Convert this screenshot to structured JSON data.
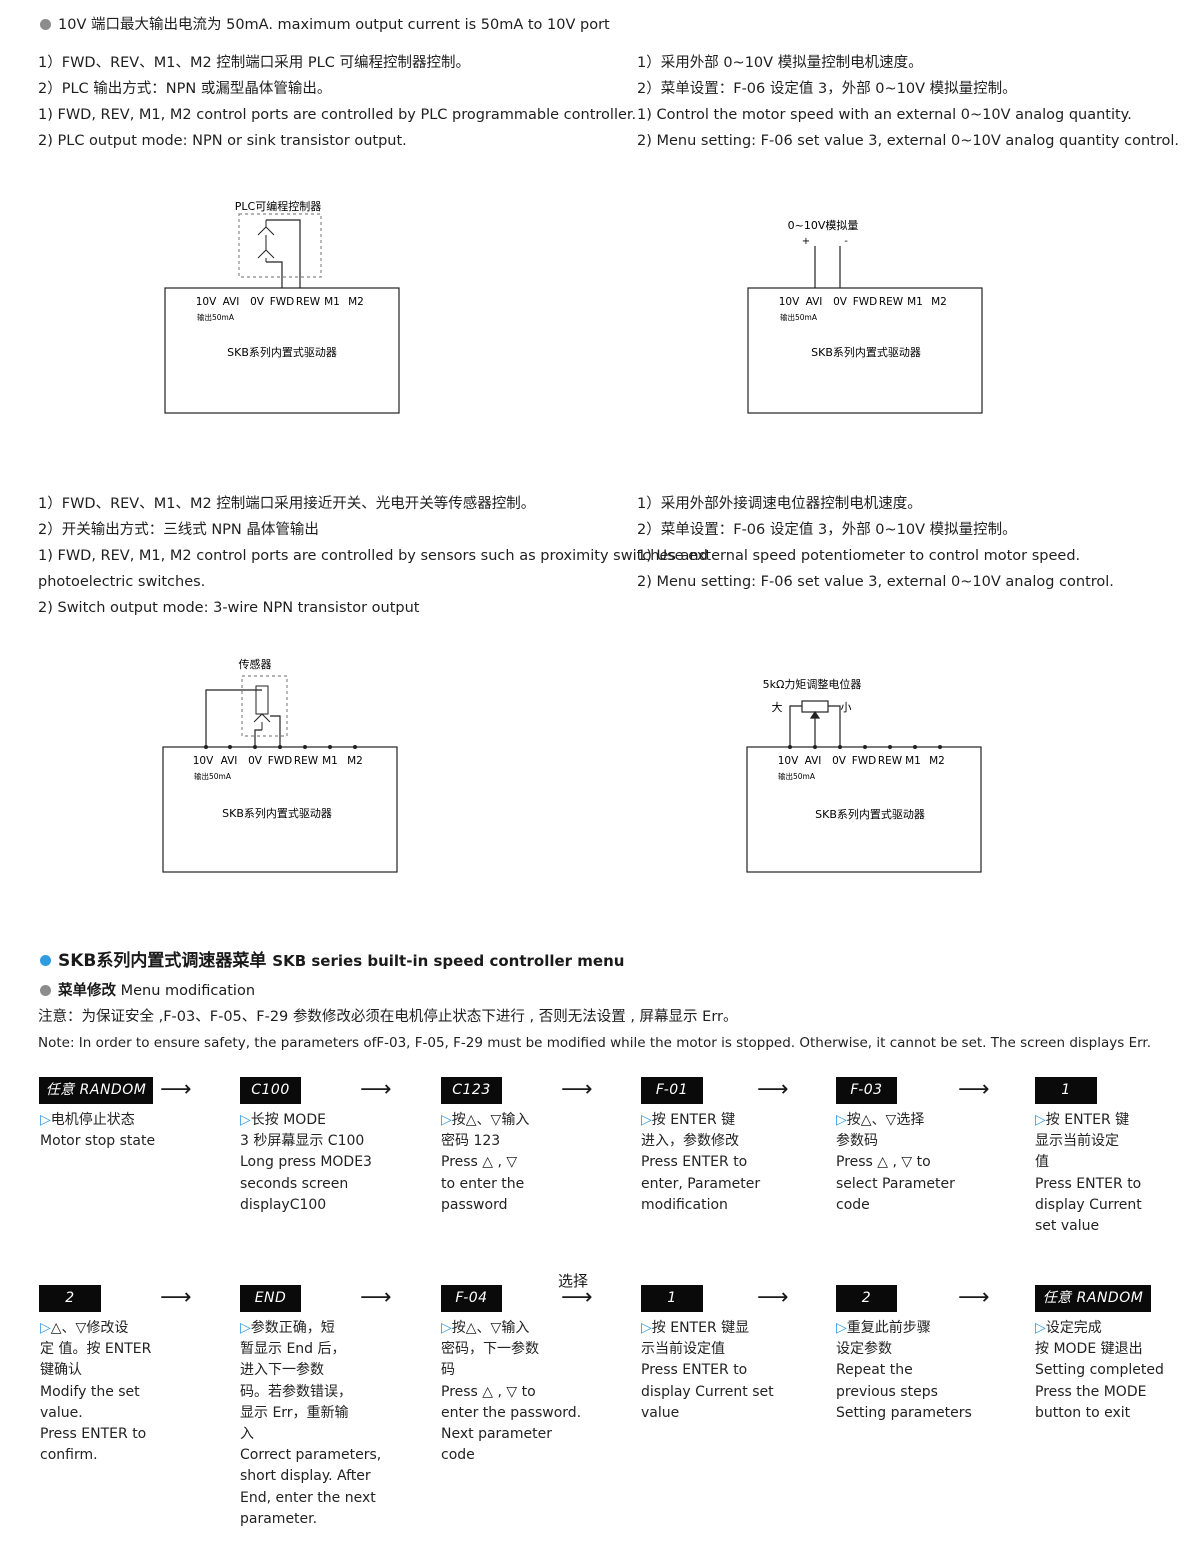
{
  "top_note": "10V 端口最大输出电流为 50mA. maximum output current is 50mA to  10V port",
  "panels": [
    {
      "id": "plc",
      "lines": [
        "1）FWD、REV、M1、M2 控制端口采用 PLC 可编程控制器控制。",
        "2）PLC 输出方式：NPN 或漏型晶体管输出。",
        "1) FWD, REV, M1, M2 control ports are controlled by PLC programmable controller.",
        "2) PLC output mode: NPN or sink transistor output."
      ],
      "diagram_label": "PLC可编程控制器"
    },
    {
      "id": "analog",
      "lines": [
        "1）采用外部 0~10V 模拟量控制电机速度。",
        "2）菜单设置：F-06 设定值 3，外部 0~10V 模拟量控制。",
        "1) Control the motor speed with an external 0~10V analog quantity.",
        "2) Menu setting: F-06 set value 3, external 0~10V analog quantity control."
      ],
      "diagram_label": "0~10V模拟量",
      "plus": "+",
      "minus": "-"
    },
    {
      "id": "sensor",
      "lines": [
        "1）FWD、REV、M1、M2 控制端口采用接近开关、光电开关等传感器控制。",
        "2）开关输出方式：三线式 NPN 晶体管输出",
        "1) FWD, REV, M1, M2 control ports are controlled by sensors such as proximity switches and",
        "photoelectric switches.",
        "2) Switch output mode: 3-wire NPN transistor output"
      ],
      "diagram_label": "传感器"
    },
    {
      "id": "pot",
      "lines": [
        "1）采用外部外接调速电位器控制电机速度。",
        "2）菜单设置：F-06 设定值 3，外部 0~10V 模拟量控制。",
        "1) Use external speed potentiometer to control motor speed.",
        "2) Menu setting: F-06 set value 3, external 0~10V analog control."
      ],
      "diagram_label": "5kΩ力矩调整电位器",
      "big": "大",
      "small": "小"
    }
  ],
  "terminals": {
    "labels": [
      "10V",
      "AVI",
      "0V",
      "FWD",
      "REW",
      "M1",
      "M2"
    ],
    "output_note": "输出50mA",
    "driver_name": "SKB系列内置式驱动器"
  },
  "menu_section": {
    "title_cn": "SKB系列内置式调速器菜单",
    "title_en": "SKB series built-in speed controller menu",
    "sub_cn": "菜单修改",
    "sub_en": "Menu modification",
    "note_cn": "注意：为保证安全 ,F-03、F-05、F-29 参数修改必须在电机停止状态下进行 , 否则无法设置 , 屏幕显示 Err。",
    "note_en": "Note: In order to ensure safety, the parameters ofF-03,  F-05, F-29 must be modified while the motor is stopped. Otherwise, it cannot be set. The screen displays Err.",
    "select_label": "选择",
    "arrow": "⟶",
    "triangle": "▷",
    "steps_row1": [
      {
        "display": "任意 RANDOM",
        "lines": [
          "电机停止状态",
          "Motor stop state"
        ]
      },
      {
        "display": "C100",
        "lines": [
          "长按 MODE",
          "3 秒屏幕显示 C100",
          "Long press MODE3",
          "seconds screen",
          "displayC100"
        ]
      },
      {
        "display": "C123",
        "lines": [
          "按△、▽输入",
          "密码 123",
          "Press △ , ▽",
          "to enter the",
          "password"
        ]
      },
      {
        "display": "F-01",
        "lines": [
          "按 ENTER 键",
          "进入，参数修改",
          "Press ENTER to",
          "enter, Parameter",
          "modification"
        ]
      },
      {
        "display": "F-03",
        "lines": [
          "按△、▽选择",
          "参数码",
          "Press △ , ▽ to",
          "select Parameter",
          "code"
        ]
      },
      {
        "display": "1",
        "lines": [
          "按 ENTER 键",
          "显示当前设定",
          "值",
          "Press ENTER to",
          "display Current",
          "set value"
        ]
      }
    ],
    "steps_row2": [
      {
        "display": "2",
        "lines": [
          "△、▽修改设",
          "定 值。按 ENTER",
          "键确认",
          "Modify the set",
          "value.",
          "Press ENTER to",
          "confirm."
        ]
      },
      {
        "display": "END",
        "lines": [
          "参数正确，短",
          "暂显示 End 后，",
          "进入下一参数",
          "码。若参数错误，",
          "显示 Err，重新输",
          "入",
          "Correct parameters,",
          "short display. After",
          "End, enter the next",
          "parameter."
        ]
      },
      {
        "display": "F-04",
        "lines": [
          "按△、▽输入",
          "密码，下一参数",
          "码",
          "Press △ , ▽ to",
          "enter the password.",
          "Next parameter",
          "code"
        ]
      },
      {
        "display": "1",
        "lines": [
          "按 ENTER 键显",
          "示当前设定值",
          "Press ENTER to",
          "display Current set",
          "value"
        ]
      },
      {
        "display": "2",
        "lines": [
          "重复此前步骤",
          "设定参数",
          "Repeat the",
          "previous steps",
          "Setting parameters"
        ]
      },
      {
        "display": "任意 RANDOM",
        "lines": [
          "设定完成",
          "按 MODE 键退出",
          "Setting completed",
          "Press the MODE",
          "button to exit"
        ]
      }
    ]
  }
}
